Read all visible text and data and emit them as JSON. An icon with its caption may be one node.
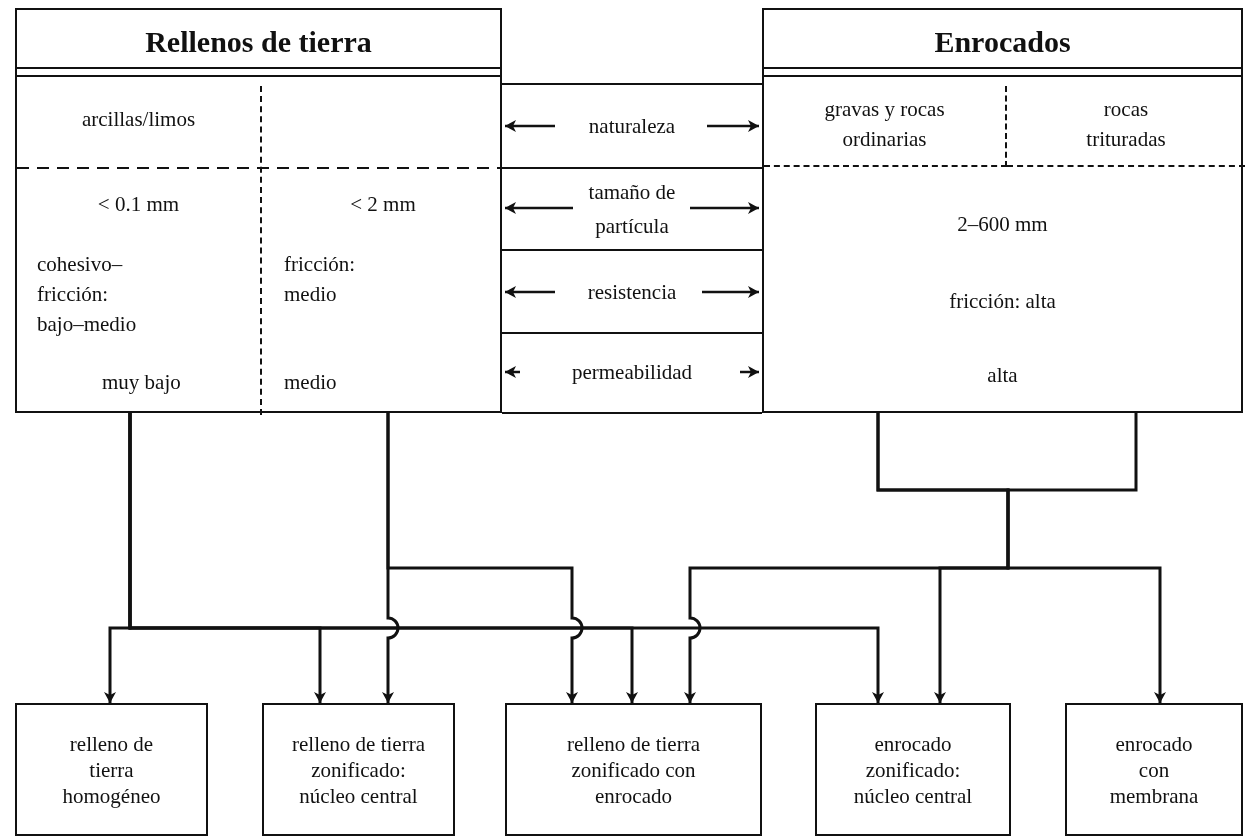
{
  "diagram": {
    "nodes": [
      {
        "text": [
          "Rellenos de tierra"
        ]
      },
      {
        "text": [
          "arcillas/limos",
          "< 0.1 mm",
          "cohesivo– fricción: bajo–medio",
          "muy bajo"
        ],
        "in": 0
      },
      {
        "text": [
          "< 2 mm",
          "fricción: medio",
          "medio"
        ],
        "in": 0
      },
      {
        "text": [
          "Enrocados",
          "2–600 mm",
          "fricción: alta",
          "alta"
        ]
      },
      {
        "text": [
          "gravas y rocas ordinarias"
        ],
        "in": 3
      },
      {
        "text": [
          "rocas trituradas"
        ],
        "in": 3
      },
      {
        "text": [
          "relleno de tierra homogéneo"
        ]
      },
      {
        "text": [
          "relleno de tierra zonificado: núcleo central"
        ]
      },
      {
        "text": [
          "relleno de tierra zonificado con enrocado"
        ]
      },
      {
        "text": [
          "enrocado zonificado: núcleo central"
        ]
      },
      {
        "text": [
          "enrocado con membrana"
        ]
      }
    ],
    "edges": [
      {
        "from": 1,
        "to": 6,
        "arrow": "to"
      },
      {
        "from": 1,
        "to": 7,
        "arrow": "to"
      },
      {
        "from": 1,
        "to": 8,
        "arrow": "to"
      },
      {
        "from": 1,
        "to": 9,
        "arrow": "to"
      },
      {
        "from": 2,
        "to": 7,
        "arrow": "to"
      },
      {
        "from": 2,
        "to": 8,
        "arrow": "to"
      },
      {
        "from": 3,
        "to": 8,
        "arrow": "to"
      },
      {
        "from": 3,
        "to": 9,
        "arrow": "to"
      },
      {
        "from": 3,
        "to": 10,
        "arrow": "to"
      }
    ],
    "labels": [
      "naturaleza",
      "tamaño de partícula",
      "resistencia",
      "permeabilidad"
    ]
  }
}
